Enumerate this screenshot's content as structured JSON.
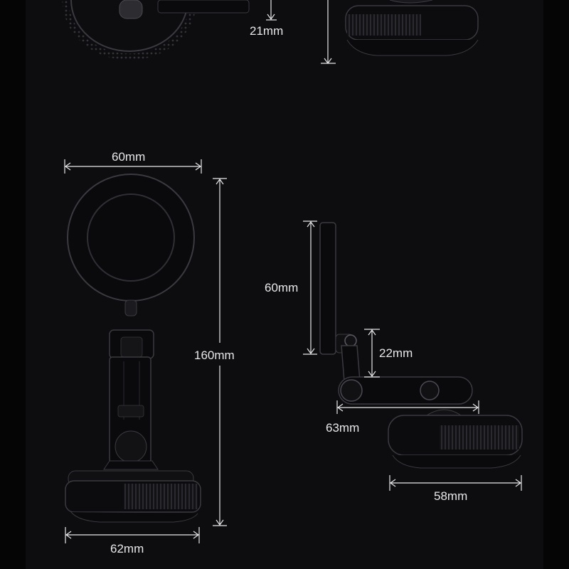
{
  "dimensions": {
    "top_thickness": "21mm",
    "front_width": "60mm",
    "front_height": "160mm",
    "base_width": "62mm",
    "side_plate_height": "60mm",
    "side_joint_height": "22mm",
    "arm_length": "63mm",
    "side_base_width": "58mm"
  },
  "colors": {
    "background": "#0d0d10",
    "side_bands": "#050506",
    "dimension_lines": "#e8e8ea",
    "product_outline": "#3a3a40",
    "product_body": "#0a0a0c"
  }
}
